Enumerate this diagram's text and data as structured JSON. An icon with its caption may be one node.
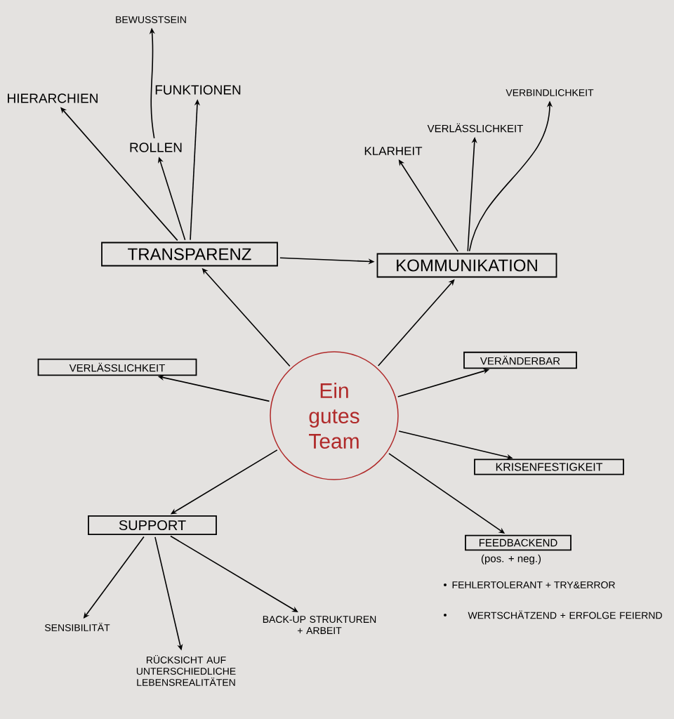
{
  "diagram": {
    "nodes": [
      {
        "text": [
          "BEWUSSTSEIN"
        ]
      },
      {
        "text": [
          "HIERARCHIEN"
        ]
      },
      {
        "text": [
          "FUNKTIONEN"
        ]
      },
      {
        "text": [
          "ROLLEN"
        ]
      },
      {
        "text": [
          "TRANSPARENZ"
        ]
      },
      {
        "text": [
          "VERBINDLICHKEIT"
        ]
      },
      {
        "text": [
          "VERLÄSSLICHKEIT"
        ]
      },
      {
        "text": [
          "KLARHEIT"
        ]
      },
      {
        "text": [
          "KOMMUNIKATION"
        ]
      },
      {
        "text": [
          "VERLÄSSLICHKEIT"
        ]
      },
      {
        "text": [
          "VERÄNDERBAR"
        ]
      },
      {
        "text": [
          "Ein gutes Team"
        ]
      },
      {
        "text": [
          "KRISENFESTIGKEIT"
        ]
      },
      {
        "text": [
          "SUPPORT"
        ]
      },
      {
        "text": [
          "FEEDBACKEND"
        ],
        "beside": [
          "(pos. + neg.)"
        ]
      },
      {
        "text": [
          "SENSIBILITÄT"
        ]
      },
      {
        "text": [
          "BACK-UP STRUKTUREN + ARBEIT"
        ]
      },
      {
        "text": [
          "RÜCKSICHT AUF UNTERSCHIEDLICHE LEBENSREALITÄTEN"
        ]
      }
    ],
    "edges": [
      {
        "from": 3,
        "to": 0,
        "arrow": "to"
      },
      {
        "from": 4,
        "to": 1,
        "arrow": "to"
      },
      {
        "from": 4,
        "to": 3,
        "arrow": "to"
      },
      {
        "from": 4,
        "to": 2,
        "arrow": "to"
      },
      {
        "from": 4,
        "to": 8,
        "arrow": "to"
      },
      {
        "from": 8,
        "to": 7,
        "arrow": "to"
      },
      {
        "from": 8,
        "to": 6,
        "arrow": "to"
      },
      {
        "from": 8,
        "to": 5,
        "arrow": "to"
      },
      {
        "from": 11,
        "to": 4,
        "arrow": "to"
      },
      {
        "from": 11,
        "to": 8,
        "arrow": "to"
      },
      {
        "from": 11,
        "to": 9,
        "arrow": "to"
      },
      {
        "from": 11,
        "to": 10,
        "arrow": "to"
      },
      {
        "from": 11,
        "to": 12,
        "arrow": "to"
      },
      {
        "from": 11,
        "to": 13,
        "arrow": "to"
      },
      {
        "from": 11,
        "to": 14,
        "arrow": "to"
      },
      {
        "from": 13,
        "to": 15,
        "arrow": "to"
      },
      {
        "from": 13,
        "to": 17,
        "arrow": "to"
      },
      {
        "from": 13,
        "to": 16,
        "arrow": "to"
      }
    ],
    "labels": [
      "FEHLERTOLERANT + TRY&ERROR",
      "WERTSCHÄTZEND + ERFOLGE FEIERND"
    ]
  }
}
